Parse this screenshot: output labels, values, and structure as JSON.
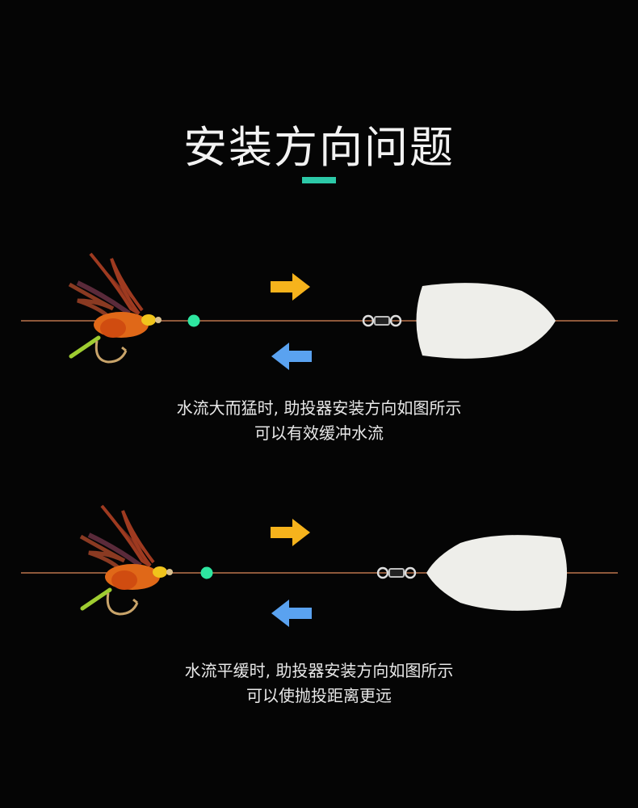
{
  "title": "安装方向问题",
  "accent_color": "#2cc9a8",
  "line_color": "#e08a5a",
  "arrow_right_color": "#f6b31c",
  "arrow_left_color": "#5aa2f0",
  "bead_color": "#2ee6a0",
  "icons": [
    "fly-lure-icon",
    "bead-icon",
    "swivel-icon",
    "float-icon",
    "arrow-right-icon",
    "arrow-left-icon"
  ],
  "sections": [
    {
      "caption_line1": "水流大而猛时, 助投器安装方向如图所示",
      "caption_line2": "可以有效缓冲水流",
      "float_orientation": "blunt-end-left"
    },
    {
      "caption_line1": "水流平缓时, 助投器安装方向如图所示",
      "caption_line2": "可以使抛投距离更远",
      "float_orientation": "pointed-end-left"
    }
  ]
}
